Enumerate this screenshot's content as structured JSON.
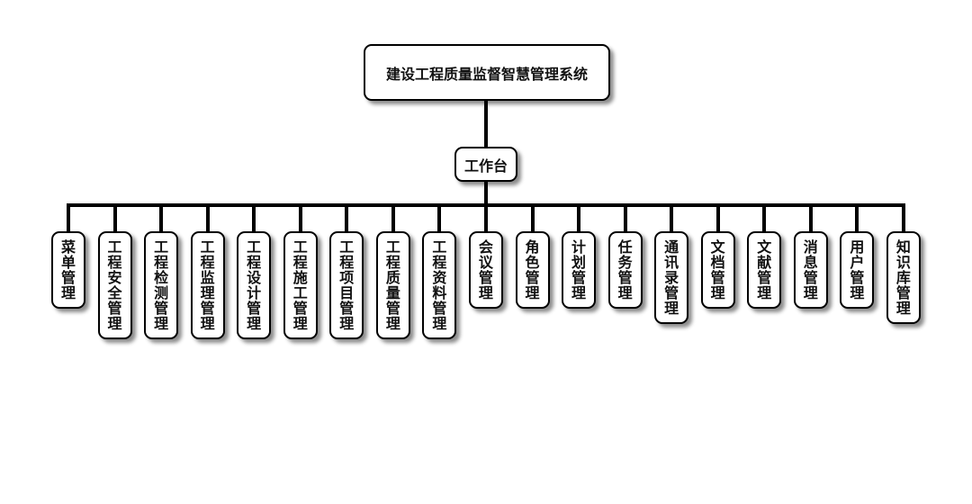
{
  "root": {
    "label": "建设工程质量监督智慧管理系统"
  },
  "hub": {
    "label": "工作台"
  },
  "children": [
    {
      "label": "菜单管理"
    },
    {
      "label": "工程安全管理"
    },
    {
      "label": "工程检测管理"
    },
    {
      "label": "工程监理管理"
    },
    {
      "label": "工程设计管理"
    },
    {
      "label": "工程施工管理"
    },
    {
      "label": "工程项目管理"
    },
    {
      "label": "工程质量管理"
    },
    {
      "label": "工程资料管理"
    },
    {
      "label": "会议管理"
    },
    {
      "label": "角色管理"
    },
    {
      "label": "计划管理"
    },
    {
      "label": "任务管理"
    },
    {
      "label": "通讯录管理"
    },
    {
      "label": "文档管理"
    },
    {
      "label": "文献管理"
    },
    {
      "label": "消息管理"
    },
    {
      "label": "用户管理"
    },
    {
      "label": "知识库管理"
    }
  ]
}
